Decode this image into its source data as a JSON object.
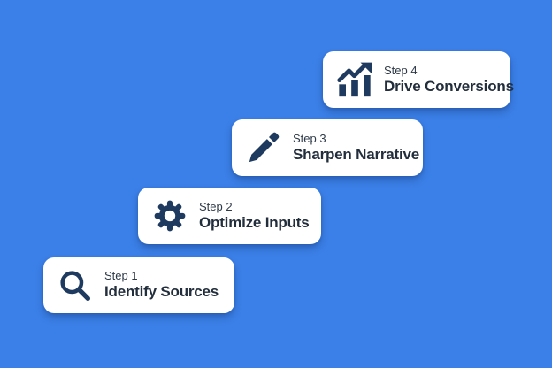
{
  "colors": {
    "background": "#3B80E8",
    "card_background": "#FFFFFF",
    "icon_color": "#1F3A5F",
    "step_label_color": "#2E3A48",
    "title_color": "#232E3C"
  },
  "steps": [
    {
      "step_label": "Step 1",
      "title": "Identify Sources",
      "icon": "search-icon"
    },
    {
      "step_label": "Step 2",
      "title": "Optimize Inputs",
      "icon": "gear-icon"
    },
    {
      "step_label": "Step 3",
      "title": "Sharpen Narrative",
      "icon": "pencil-icon"
    },
    {
      "step_label": "Step 4",
      "title": "Drive Conversions",
      "icon": "growth-chart-icon"
    }
  ]
}
